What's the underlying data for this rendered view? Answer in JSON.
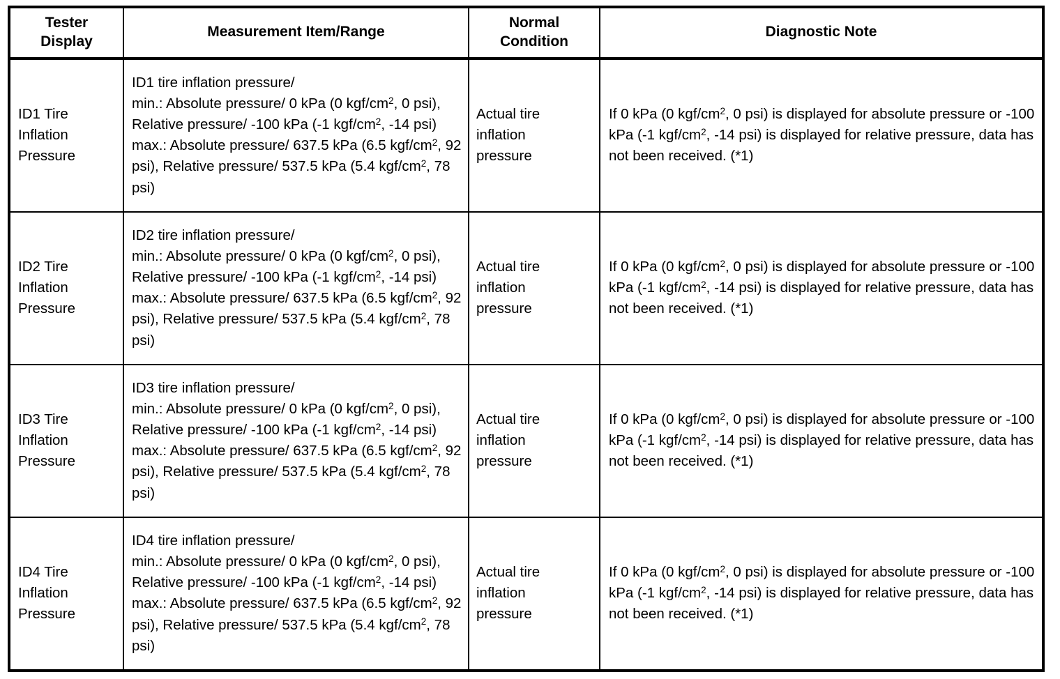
{
  "table": {
    "headers": [
      {
        "id": "tester-display",
        "label": "Tester\nDisplay"
      },
      {
        "id": "measurement-item-range",
        "label": "Measurement Item/Range"
      },
      {
        "id": "normal-condition",
        "label": "Normal\nCondition"
      },
      {
        "id": "diagnostic-note",
        "label": "Diagnostic Note"
      }
    ],
    "rows": [
      {
        "tester_display": "ID1 Tire\nInflation\nPressure",
        "measurement_item_range": "ID1 tire inflation pressure/\nmin.: Absolute pressure/ 0 kPa (0 kgf/cm^2, 0 psi), Relative pressure/ -100 kPa (-1 kgf/cm^2, -14 psi)\nmax.: Absolute pressure/ 637.5 kPa (6.5 kgf/cm^2, 92 psi), Relative pressure/ 537.5 kPa (5.4 kgf/cm^2, 78 psi)",
        "normal_condition": "Actual tire\ninflation\npressure",
        "diagnostic_note": "If 0 kPa (0 kgf/cm^2, 0 psi) is displayed for absolute pressure or -100 kPa (-1 kgf/cm^2, -14 psi) is displayed for relative pressure, data has not been received. (*1)"
      },
      {
        "tester_display": "ID2 Tire\nInflation\nPressure",
        "measurement_item_range": "ID2 tire inflation pressure/\nmin.: Absolute pressure/ 0 kPa (0 kgf/cm^2, 0 psi), Relative pressure/ -100 kPa (-1 kgf/cm^2, -14 psi)\nmax.: Absolute pressure/ 637.5 kPa (6.5 kgf/cm^2, 92 psi), Relative pressure/ 537.5 kPa (5.4 kgf/cm^2, 78 psi)",
        "normal_condition": "Actual tire\ninflation\npressure",
        "diagnostic_note": "If 0 kPa (0 kgf/cm^2, 0 psi) is displayed for absolute pressure or -100 kPa (-1 kgf/cm^2, -14 psi) is displayed for relative pressure, data has not been received. (*1)"
      },
      {
        "tester_display": "ID3 Tire\nInflation\nPressure",
        "measurement_item_range": "ID3 tire inflation pressure/\nmin.: Absolute pressure/ 0 kPa (0 kgf/cm^2, 0 psi), Relative pressure/ -100 kPa (-1 kgf/cm^2, -14 psi)\nmax.: Absolute pressure/ 637.5 kPa (6.5 kgf/cm^2, 92 psi), Relative pressure/ 537.5 kPa (5.4 kgf/cm^2, 78 psi)",
        "normal_condition": "Actual tire\ninflation\npressure",
        "diagnostic_note": "If 0 kPa (0 kgf/cm^2, 0 psi) is displayed for absolute pressure or -100 kPa (-1 kgf/cm^2, -14 psi) is displayed for relative pressure, data has not been received. (*1)"
      },
      {
        "tester_display": "ID4 Tire\nInflation\nPressure",
        "measurement_item_range": "ID4 tire inflation pressure/\nmin.: Absolute pressure/ 0 kPa (0 kgf/cm^2, 0 psi), Relative pressure/ -100 kPa (-1 kgf/cm^2, -14 psi)\nmax.: Absolute pressure/ 637.5 kPa (6.5 kgf/cm^2, 92 psi), Relative pressure/ 537.5 kPa (5.4 kgf/cm^2, 78 psi)",
        "normal_condition": "Actual tire\ninflation\npressure",
        "diagnostic_note": "If 0 kPa (0 kgf/cm^2, 0 psi) is displayed for absolute pressure or -100 kPa (-1 kgf/cm^2, -14 psi) is displayed for relative pressure, data has not been received. (*1)"
      }
    ]
  }
}
